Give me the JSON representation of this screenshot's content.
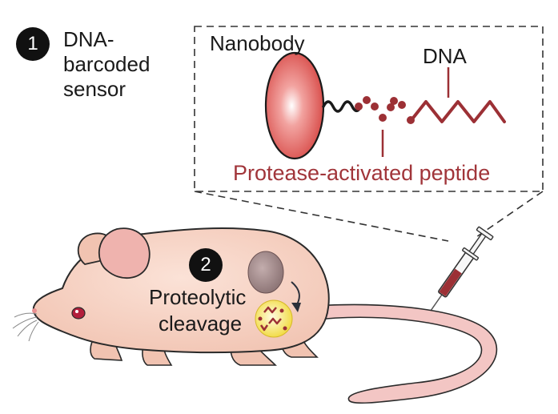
{
  "step1": {
    "number": "1",
    "line1": "DNA-",
    "line2": "barcoded",
    "line3": "sensor"
  },
  "inset": {
    "nanobody_label": "Nanobody",
    "dna_label": "DNA",
    "peptide_label": "Protease-activated peptide"
  },
  "step2": {
    "number": "2",
    "line1": "Proteolytic",
    "line2": "cleavage"
  },
  "colors": {
    "text": "#1a1a1a",
    "peptide": "#a1353a",
    "dna": "#9c3035",
    "mouse_body": "#f7d4c6",
    "mouse_outline": "#2a2a2a",
    "badge": "#111111",
    "nanobody": "#e06a66",
    "yellow_cell": "#f4e04a",
    "tumor": "#a58e8f"
  }
}
